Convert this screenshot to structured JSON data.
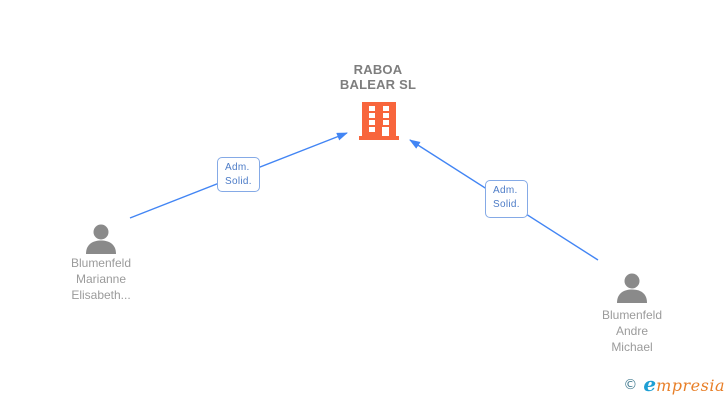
{
  "diagram": {
    "company": {
      "name": "RABOA BALEAR SL",
      "name_line1": "RABOA",
      "name_line2": "BALEAR SL"
    },
    "persons": [
      {
        "line1": "Blumenfeld",
        "line2": "Marianne",
        "line3": "Elisabeth..."
      },
      {
        "line1": "Blumenfeld",
        "line2": "Andre",
        "line3": "Michael"
      }
    ],
    "edges": [
      {
        "label_line1": "Adm.",
        "label_line2": "Solid."
      },
      {
        "label_line1": "Adm.",
        "label_line2": "Solid."
      }
    ]
  },
  "watermark": {
    "copyright_symbol": "©",
    "brand_initial": "e",
    "brand_rest": "mpresia"
  },
  "colors": {
    "edge_blue": "#4285f4",
    "edge_label_text": "#4d7cc7",
    "edge_label_border": "#85aae6",
    "company_text_gray": "#7e7e7e",
    "person_text_gray": "#9b9b9b",
    "person_icon_gray": "#8a8a8a",
    "building_orange": "#f8653c",
    "brand_initial_blue": "#1e9fd4",
    "brand_rest_orange": "#e87f28",
    "copyright_teal": "#4a8095"
  },
  "icons": {
    "company": "building-icon",
    "person": "person-icon"
  }
}
